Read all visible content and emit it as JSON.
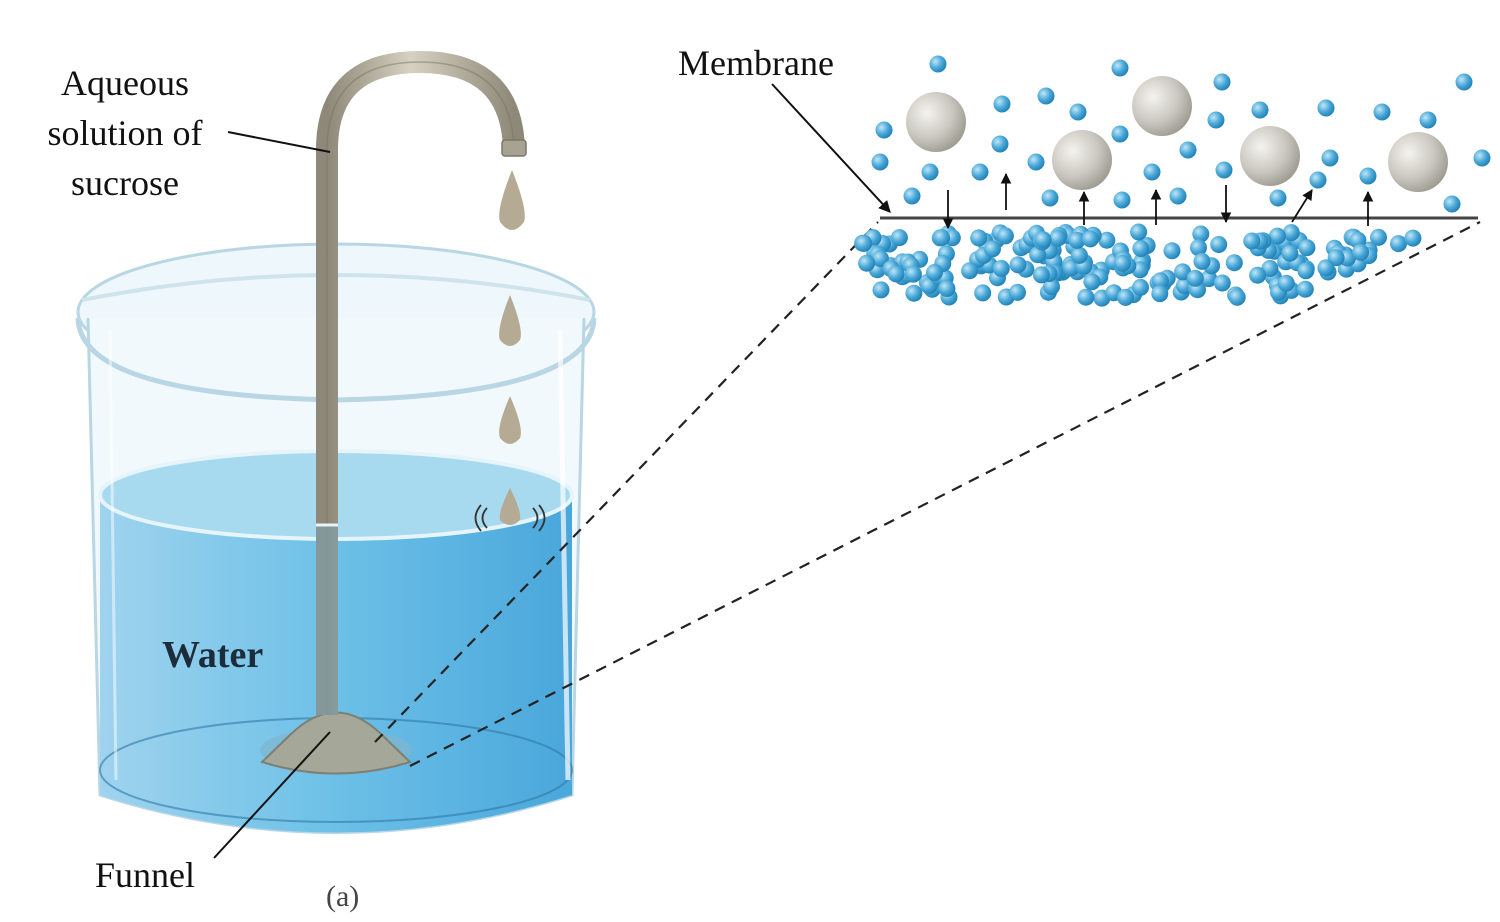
{
  "labels": {
    "aqueous": [
      "Aqueous",
      "solution of",
      "sucrose"
    ],
    "membrane": "Membrane",
    "funnel": "Funnel",
    "water": "Water",
    "figure_tag": "(a)"
  },
  "colors": {
    "water_light": "#b8def0",
    "water_mid": "#6ec1e6",
    "water_deep": "#3f9fd2",
    "tube": "#b3ad9c",
    "tube_dark": "#8a8574",
    "sucrose": "#c9c7bf",
    "water_molecule": "#4aa8d8",
    "glass": "#d6ebf5"
  }
}
